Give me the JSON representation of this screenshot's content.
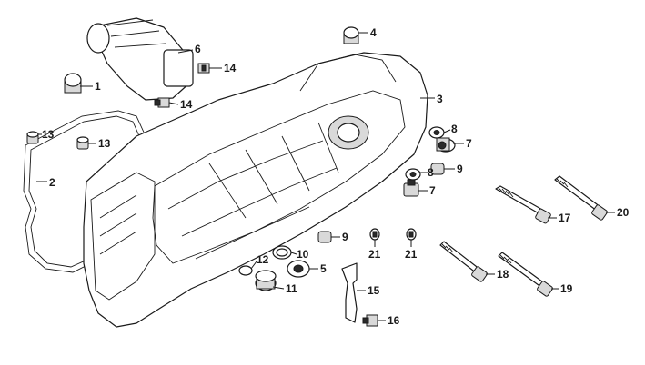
{
  "diagram": {
    "callouts": {
      "c1": "1",
      "c2": "2",
      "c3": "3",
      "c4": "4",
      "c5": "5",
      "c6": "6",
      "c7a": "7",
      "c7b": "7",
      "c8a": "8",
      "c8b": "8",
      "c9a": "9",
      "c9b": "9",
      "c10": "10",
      "c11": "11",
      "c12": "12",
      "c13a": "13",
      "c13b": "13",
      "c14a": "14",
      "c14b": "14",
      "c15": "15",
      "c16": "16",
      "c17": "17",
      "c18": "18",
      "c19": "19",
      "c20": "20",
      "c21a": "21",
      "c21b": "21"
    }
  }
}
